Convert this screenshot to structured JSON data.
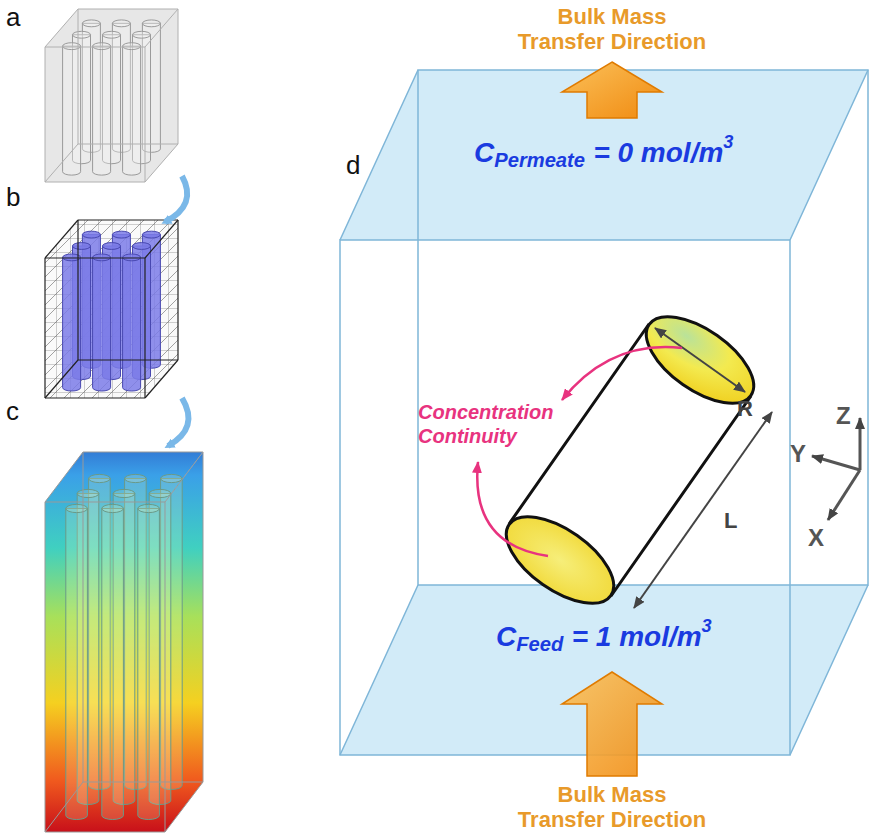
{
  "diagram": {
    "labels": [
      "a",
      "b",
      "c",
      "d",
      "Bulk Mass Transfer Direction",
      "C",
      "Permeate",
      "= 0 mol/m",
      "3",
      "Concentration Continuity",
      "R",
      "L",
      "Z",
      "Y",
      "X",
      "C",
      "Feed",
      "= 1 mol/m",
      "3",
      "Bulk Mass Transfer Direction"
    ]
  }
}
